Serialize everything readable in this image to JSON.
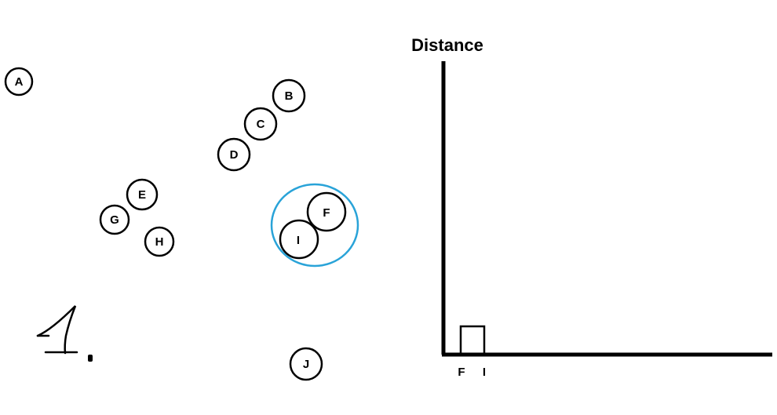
{
  "nodes": [
    {
      "id": "A",
      "label": "A"
    },
    {
      "id": "B",
      "label": "B"
    },
    {
      "id": "C",
      "label": "C"
    },
    {
      "id": "D",
      "label": "D"
    },
    {
      "id": "E",
      "label": "E"
    },
    {
      "id": "F",
      "label": "F"
    },
    {
      "id": "G",
      "label": "G"
    },
    {
      "id": "H",
      "label": "H"
    },
    {
      "id": "I",
      "label": "I"
    },
    {
      "id": "J",
      "label": "J"
    }
  ],
  "cluster": {
    "members": [
      "F",
      "I"
    ],
    "color": "#29a3d8"
  },
  "dendrogram": {
    "axis_title": "Distance",
    "leaves": [
      "F",
      "I"
    ]
  },
  "step_mark": "1."
}
